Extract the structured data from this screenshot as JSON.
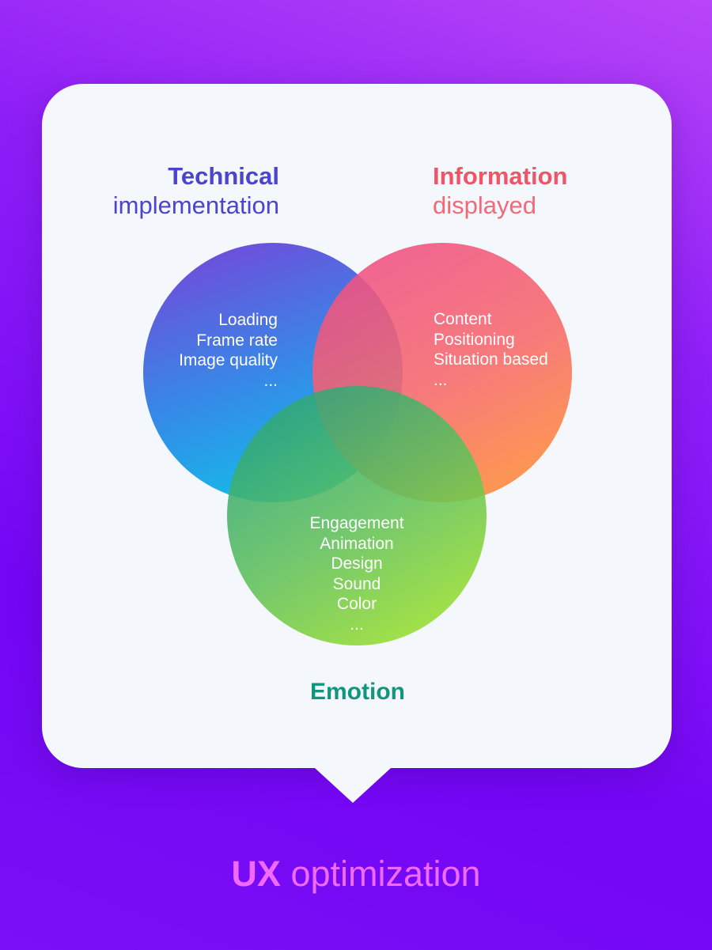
{
  "headings": {
    "technical": {
      "bold": "Technical",
      "light": "implementation"
    },
    "information": {
      "bold": "Information",
      "light": "displayed"
    },
    "emotion": "Emotion"
  },
  "circles": {
    "technical": {
      "items": [
        "Loading",
        "Frame rate",
        "Image quality",
        "..."
      ],
      "colors": [
        "#6a42d8",
        "#1e8fe0",
        "#0fb8e6"
      ]
    },
    "information": {
      "items": [
        "Content",
        "Positioning",
        "Situation based",
        "..."
      ],
      "colors": [
        "#ef4f84",
        "#f76a6a",
        "#ff8a3a"
      ]
    },
    "emotion": {
      "items": [
        "Engagement",
        "Animation",
        "Design",
        "Sound",
        "Color",
        "..."
      ],
      "colors": [
        "#2fa57a",
        "#5ec05a",
        "#98dc2e"
      ]
    }
  },
  "footer": {
    "bold": "UX",
    "light": "optimization"
  }
}
